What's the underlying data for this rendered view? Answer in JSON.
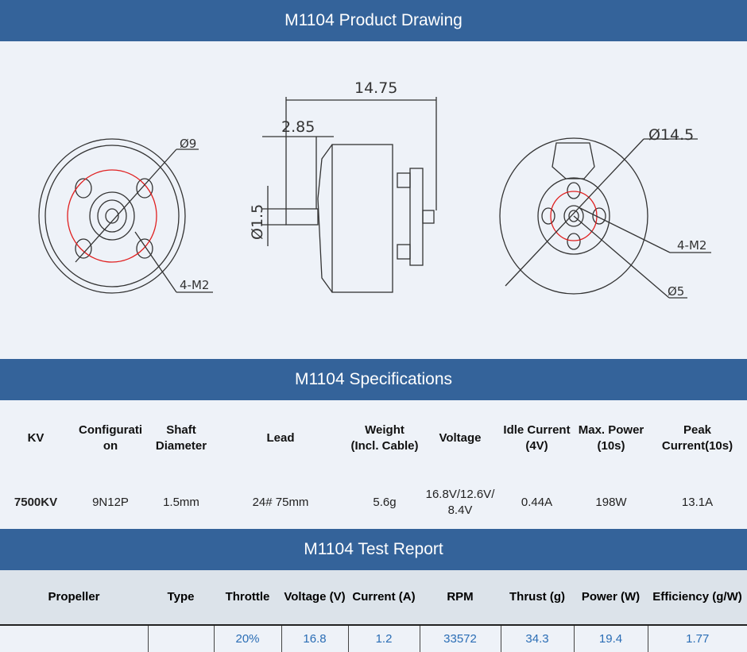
{
  "drawing": {
    "title": "M1104 Product Drawing",
    "dims": {
      "overall_length": "14.75",
      "shaft_length": "2.85",
      "shaft_dia": "Ø1.5",
      "front_circle": "Ø9",
      "front_holes": "4-M2",
      "back_dia": "Ø14.5",
      "back_holes": "4-M2",
      "back_circle": "Ø5"
    }
  },
  "specs": {
    "title": "M1104 Specifications",
    "headers": [
      "KV",
      "Configurati on",
      "Shaft Diameter",
      "Lead",
      "Weight (Incl. Cable)",
      "Voltage",
      "Idle Current (4V)",
      "Max. Power (10s)",
      "Peak Current(10s)"
    ],
    "row": [
      "7500KV",
      "9N12P",
      "1.5mm",
      "24# 75mm",
      "5.6g",
      "16.8V/12.6V/ 8.4V",
      "0.44A",
      "198W",
      "13.1A"
    ]
  },
  "test": {
    "title": "M1104 Test Report",
    "headers": [
      "Propeller",
      "Type",
      "Throttle",
      "Voltage (V)",
      "Current (A)",
      "RPM",
      "Thrust (g)",
      "Power (W)",
      "Efficiency (g/W)"
    ],
    "row": [
      "",
      "",
      "20%",
      "16.8",
      "1.2",
      "33572",
      "34.3",
      "19.4",
      "1.77"
    ]
  },
  "colors": {
    "header": "#34639a",
    "bg": "#eef2f8",
    "value": "#2a6db5"
  }
}
